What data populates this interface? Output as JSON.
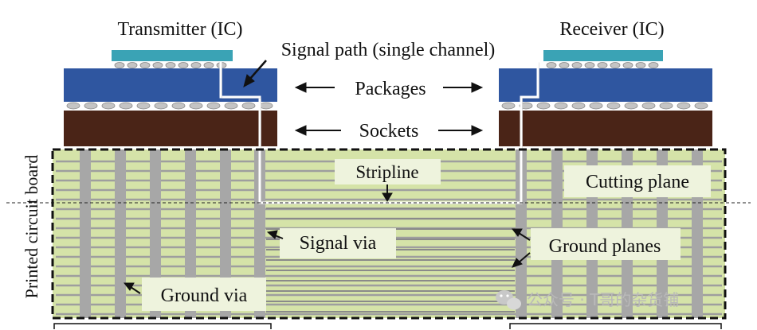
{
  "labels": {
    "transmitter": "Transmitter (IC)",
    "receiver": "Receiver (IC)",
    "signal_path": "Signal path (single channel)",
    "packages": "Packages",
    "sockets": "Sockets",
    "stripline": "Stripline",
    "cutting_plane": "Cutting plane",
    "signal_via": "Signal via",
    "ground_planes": "Ground planes",
    "ground_via": "Ground via",
    "pcb": "Printed circuit board"
  },
  "watermark": "公众号 · T哥的杂货铺",
  "colors": {
    "board": "#d5e3a8",
    "board_line": "#9e9e9e",
    "via": "#a7a7a7",
    "package": "#2f56a0",
    "socket": "#4a2417",
    "die": "#3aa3b5",
    "ball": "#c4c4c4",
    "trace": "#ffffff",
    "label_box": "#eef3dd"
  }
}
